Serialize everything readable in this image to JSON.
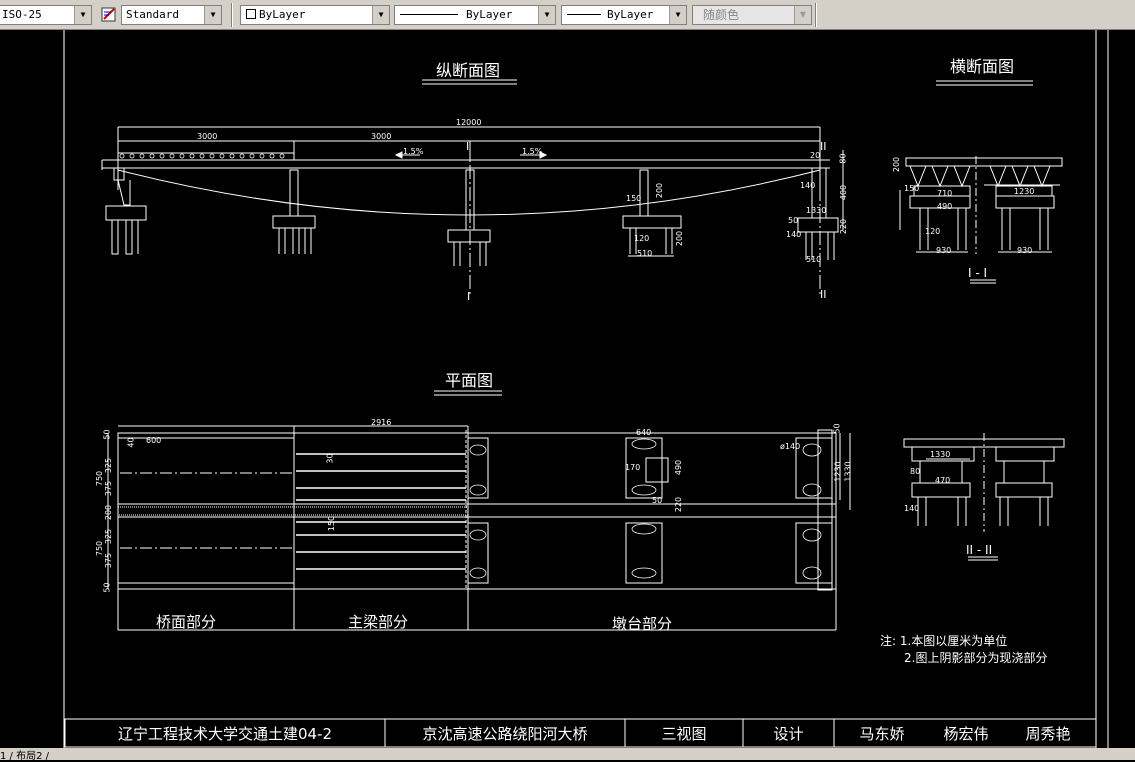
{
  "toolbar": {
    "dimstyle": "ISO-25",
    "textstyle": "Standard",
    "layer": "ByLayer",
    "linetype": "ByLayer",
    "lineweight": "ByLayer",
    "color": "随颜色"
  },
  "drawing": {
    "view_longitudinal": "纵断面图",
    "view_cross": "横断面图",
    "view_plan": "平面图",
    "section_I": "I - I",
    "section_II": "II - II",
    "mark_I": "I",
    "mark_II": "II",
    "parts": [
      "桥面部分",
      "主梁部分",
      "墩台部分"
    ],
    "notes": [
      "注:  1.本图以厘米为单位",
      "2.图上阴影部分为现浇部分"
    ],
    "dims": {
      "total": "12000",
      "span1": "3000",
      "span2": "3000",
      "slope1": "1.5%",
      "slope2": "1.5%",
      "d20": "20",
      "d80": "80",
      "d400": "400",
      "d220": "220",
      "d140a": "140",
      "d150": "150",
      "d200a": "200",
      "d200b": "200",
      "d120": "120",
      "d510a": "510",
      "d50a": "50",
      "d140b": "140",
      "d510b": "510",
      "d1330": "1330",
      "cs_200": "200",
      "cs_150": "150",
      "cs_710": "710",
      "cs_490": "490",
      "cs_1230": "1230",
      "cs_120": "120",
      "cs_930a": "930",
      "cs_930b": "930",
      "cs2_1330": "1330",
      "cs2_80": "80",
      "cs2_470": "470",
      "cs2_140": "140",
      "p_2916": "2916",
      "p_50a": "50",
      "p_40": "40",
      "p_600": "600",
      "p_750a": "750",
      "p_375a": "375",
      "p_325a": "325",
      "p_200": "200",
      "p_750b": "750",
      "p_375b": "375",
      "p_325b": "325",
      "p_50b": "50",
      "p_30": "30",
      "p_150": "150",
      "p_640": "640",
      "p_170": "170",
      "p_490": "490",
      "p_50c": "50",
      "p_220": "220",
      "p_d140": "ø140",
      "p_1230": "1230",
      "p_1330": "1330",
      "p_50d": "50"
    }
  },
  "title_block": {
    "school": "辽宁工程技术大学交通土建04-2",
    "project": "京沈高速公路绕阳河大桥",
    "drawing": "三视图",
    "role": "设计",
    "designer1": "马东娇",
    "designer2": "杨宏伟",
    "designer3": "周秀艳"
  },
  "status": {
    "layout_tabs": "1 / 布局2 /"
  }
}
